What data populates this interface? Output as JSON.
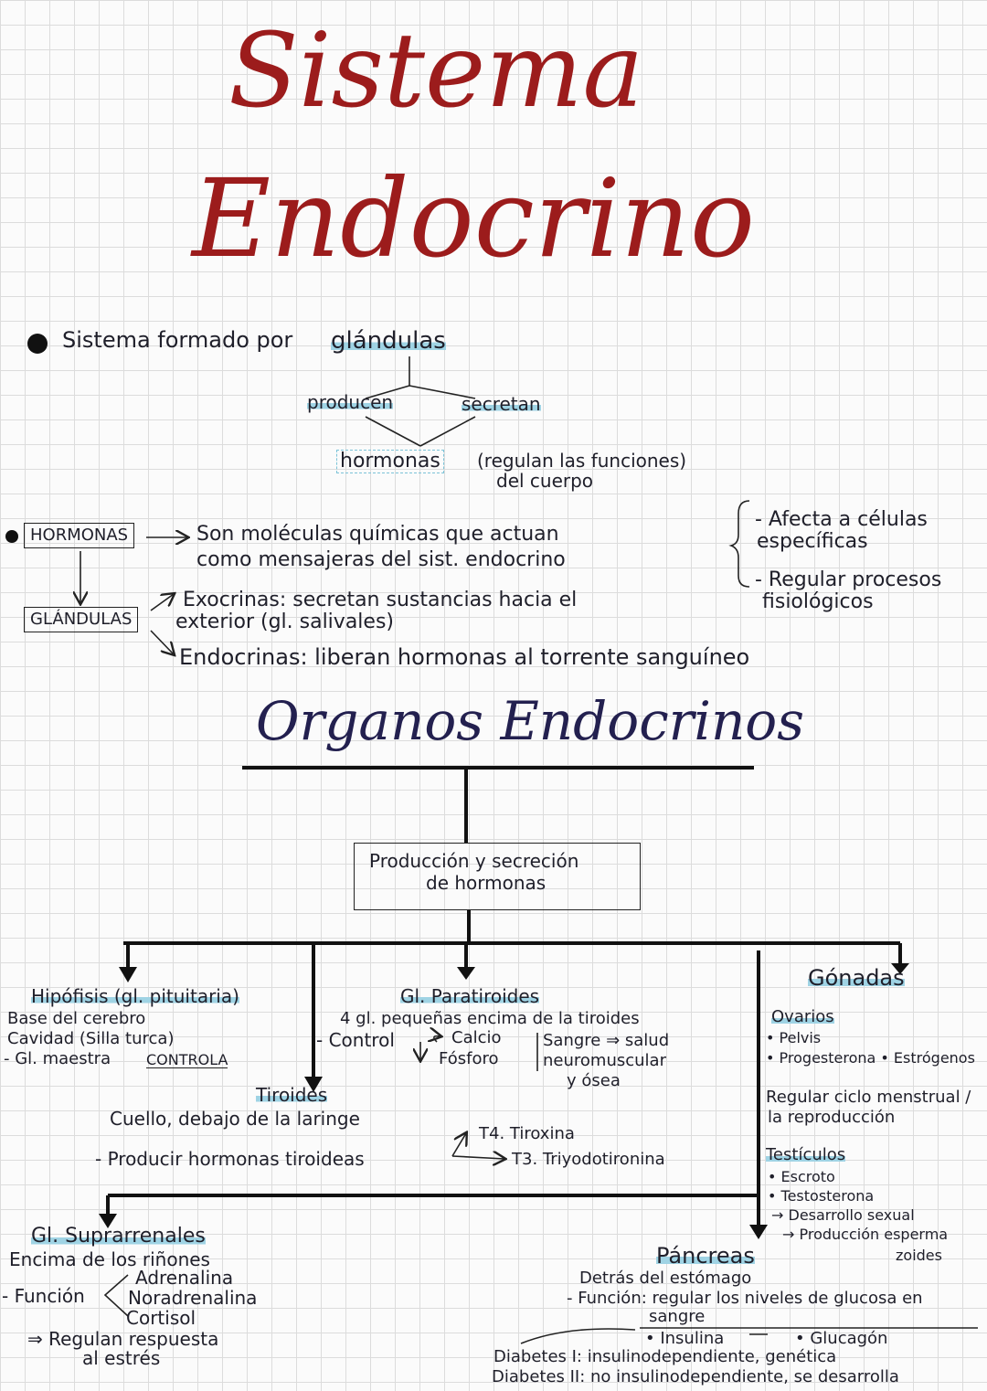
{
  "title": {
    "line1": "Sistema",
    "line2": "Endocrino"
  },
  "intro": {
    "text": "Sistema formado por",
    "keyword": "glándulas",
    "branch_left": "producen",
    "branch_right": "secretan",
    "result": "hormonas",
    "result_note_1": "(regulan las funciones)",
    "result_note_2": "del cuerpo"
  },
  "hormonas": {
    "box_label": "HORMONAS",
    "def_1": "Son moléculas químicas que actuan",
    "def_2": "como mensajeras del sist. endocrino",
    "effect_1a": "- Afecta a células",
    "effect_1b": "específicas",
    "effect_2a": "- Regular procesos",
    "effect_2b": "fisiológicos"
  },
  "glandulas": {
    "box_label": "GLÁNDULAS",
    "exocrinas_1": "Exocrinas: secretan sustancias hacia el",
    "exocrinas_2": "exterior (gl. salivales)",
    "endocrinas": "Endocrinas: liberan hormonas al torrente sanguíneo"
  },
  "organos": {
    "heading": "Organos Endocrinos",
    "center_box_1": "Producción y secreción",
    "center_box_2": "de hormonas"
  },
  "hipofisis": {
    "title": "Hipófisis (gl. pituitaria)",
    "l1": "Base del cerebro",
    "l2": "Cavidad (Silla turca)",
    "l3_prefix": "- Gl. maestra",
    "l3_tag": "CONTROLA"
  },
  "paratiroides": {
    "title": "Gl. Paratiroides",
    "l1": "4 gl. pequeñas encima de la tiroides",
    "control": "- Control",
    "calcio": "Calcio",
    "fosforo": "Fósforo",
    "sangre": "Sangre ⇒ salud",
    "neuromuscular": "neuromuscular",
    "osea": "y ósea"
  },
  "tiroides": {
    "title": "Tiroides",
    "l1": "Cuello, debajo de la laringe",
    "l2": "- Producir hormonas tiroideas",
    "t4": "T4. Tiroxina",
    "t3": "T3. Triyodotironina"
  },
  "gonadas": {
    "title": "Gónadas",
    "ovarios": "Ovarios",
    "o1": "• Pelvis",
    "o2": "• Progesterona • Estrógenos",
    "o3a": "Regular ciclo menstrual /",
    "o3b": "la reproducción",
    "testiculos": "Testículos",
    "t1": "• Escroto",
    "t2": "• Testosterona",
    "t3": "→ Desarrollo sexual",
    "t4a": "→ Producción esperma",
    "t4b": "zoides"
  },
  "suprarrenales": {
    "title": "Gl. Suprarrenales",
    "l1": "Encima de los riñones",
    "funcion": "- Función",
    "h1": "Adrenalina",
    "h2": "Noradrenalina",
    "h3": "Cortisol",
    "l2a": "⇒ Regulan respuesta",
    "l2b": "al estrés"
  },
  "pancreas": {
    "title": "Páncreas",
    "l1": "Detrás del estómago",
    "l2a": "- Función: regular los niveles de glucosa en",
    "l2b": "sangre",
    "insulina": "• Insulina",
    "glucagon": "• Glucagón",
    "d1": "Diabetes I: insulinodependiente, genética",
    "d2": "Diabetes II: no insulinodependiente, se desarrolla"
  }
}
